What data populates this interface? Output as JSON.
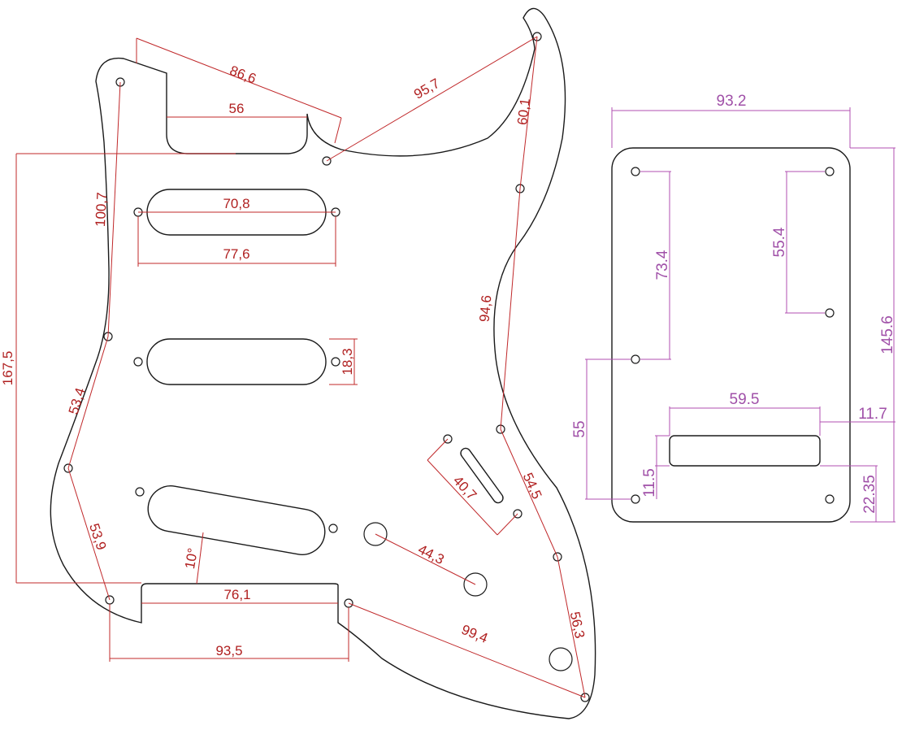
{
  "pickguard": {
    "dimensions": {
      "d_86_6": "86,6",
      "d_56": "56",
      "d_95_7": "95,7",
      "d_60_1": "60,1",
      "d_100_7": "100,7",
      "d_70_8": "70,8",
      "d_77_6": "77,6",
      "d_167_5": "167,5",
      "d_18_3": "18,3",
      "d_94_6": "94,6",
      "d_53_4": "53,4",
      "d_40_7": "40,7",
      "d_54_5": "54,5",
      "d_53_9": "53,9",
      "d_10deg": "10°",
      "d_44_3": "44,3",
      "d_76_1": "76,1",
      "d_99_4": "99,4",
      "d_56_3": "56,3",
      "d_93_5": "93,5"
    }
  },
  "backplate": {
    "dimensions": {
      "d_93_2": "93.2",
      "d_145_6": "145.6",
      "d_73_4": "73.4",
      "d_55_4": "55.4",
      "d_55": "55",
      "d_59_5": "59.5",
      "d_11_7": "11.7",
      "d_11_5": "11.5",
      "d_22_35": "22.35"
    }
  },
  "colors": {
    "outline": "#1a1a1a",
    "pickguard_dimension": "#c0282a",
    "backplate_dimension": "#b04fb0"
  }
}
